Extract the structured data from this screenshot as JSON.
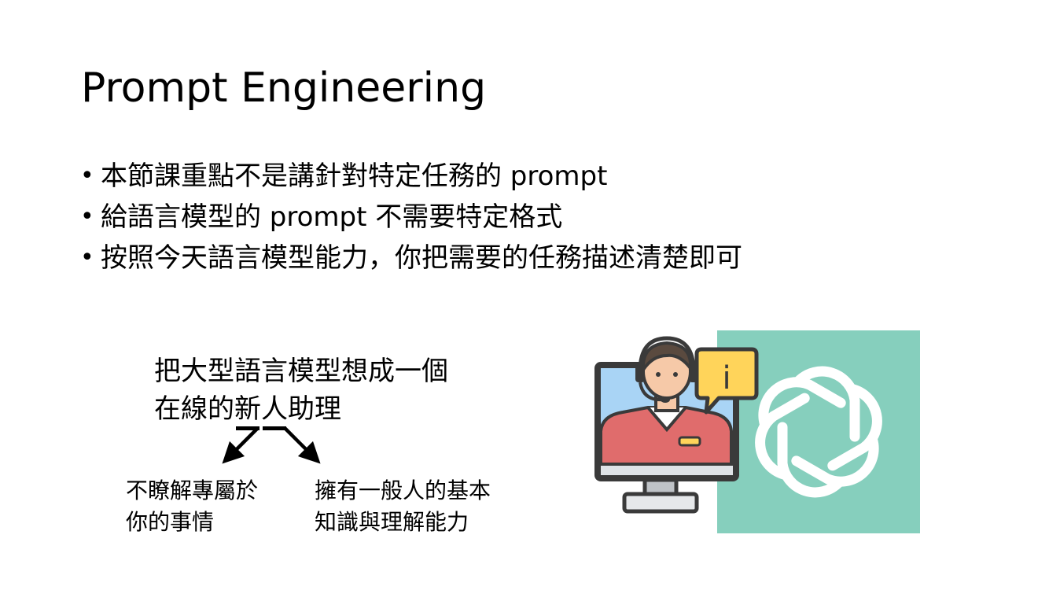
{
  "slide": {
    "title": "Prompt Engineering",
    "bullets": [
      "本節課重點不是講針對特定任務的 prompt",
      "給語言模型的 prompt 不需要特定格式",
      "按照今天語言模型能力，你把需要的任務描述清楚即可"
    ],
    "bullet_symbol": "•",
    "metaphor": {
      "line1": "把大型語言模型想成一個",
      "line2_prefix": "在線的",
      "line2_word1": "新",
      "line2_word2": "人",
      "line2_suffix": "助理"
    },
    "left_note": {
      "line1": "不瞭解專屬於",
      "line2": "你的事情"
    },
    "right_note": {
      "line1": "擁有一般人的基本",
      "line2": "知識與理解能力"
    },
    "illustration": {
      "left_icon": "customer-support-agent-monitor-icon",
      "right_icon": "openai-logo-icon",
      "info_symbol": "i",
      "colors": {
        "logo_background": "#86cfbd",
        "monitor_screen": "#a9d4f5",
        "monitor_frame": "#3a3a3a",
        "agent_shirt": "#e06c6c",
        "agent_skin": "#f6c9a8",
        "agent_hair": "#5a4a3f",
        "info_bubble": "#ffd45a"
      }
    }
  }
}
